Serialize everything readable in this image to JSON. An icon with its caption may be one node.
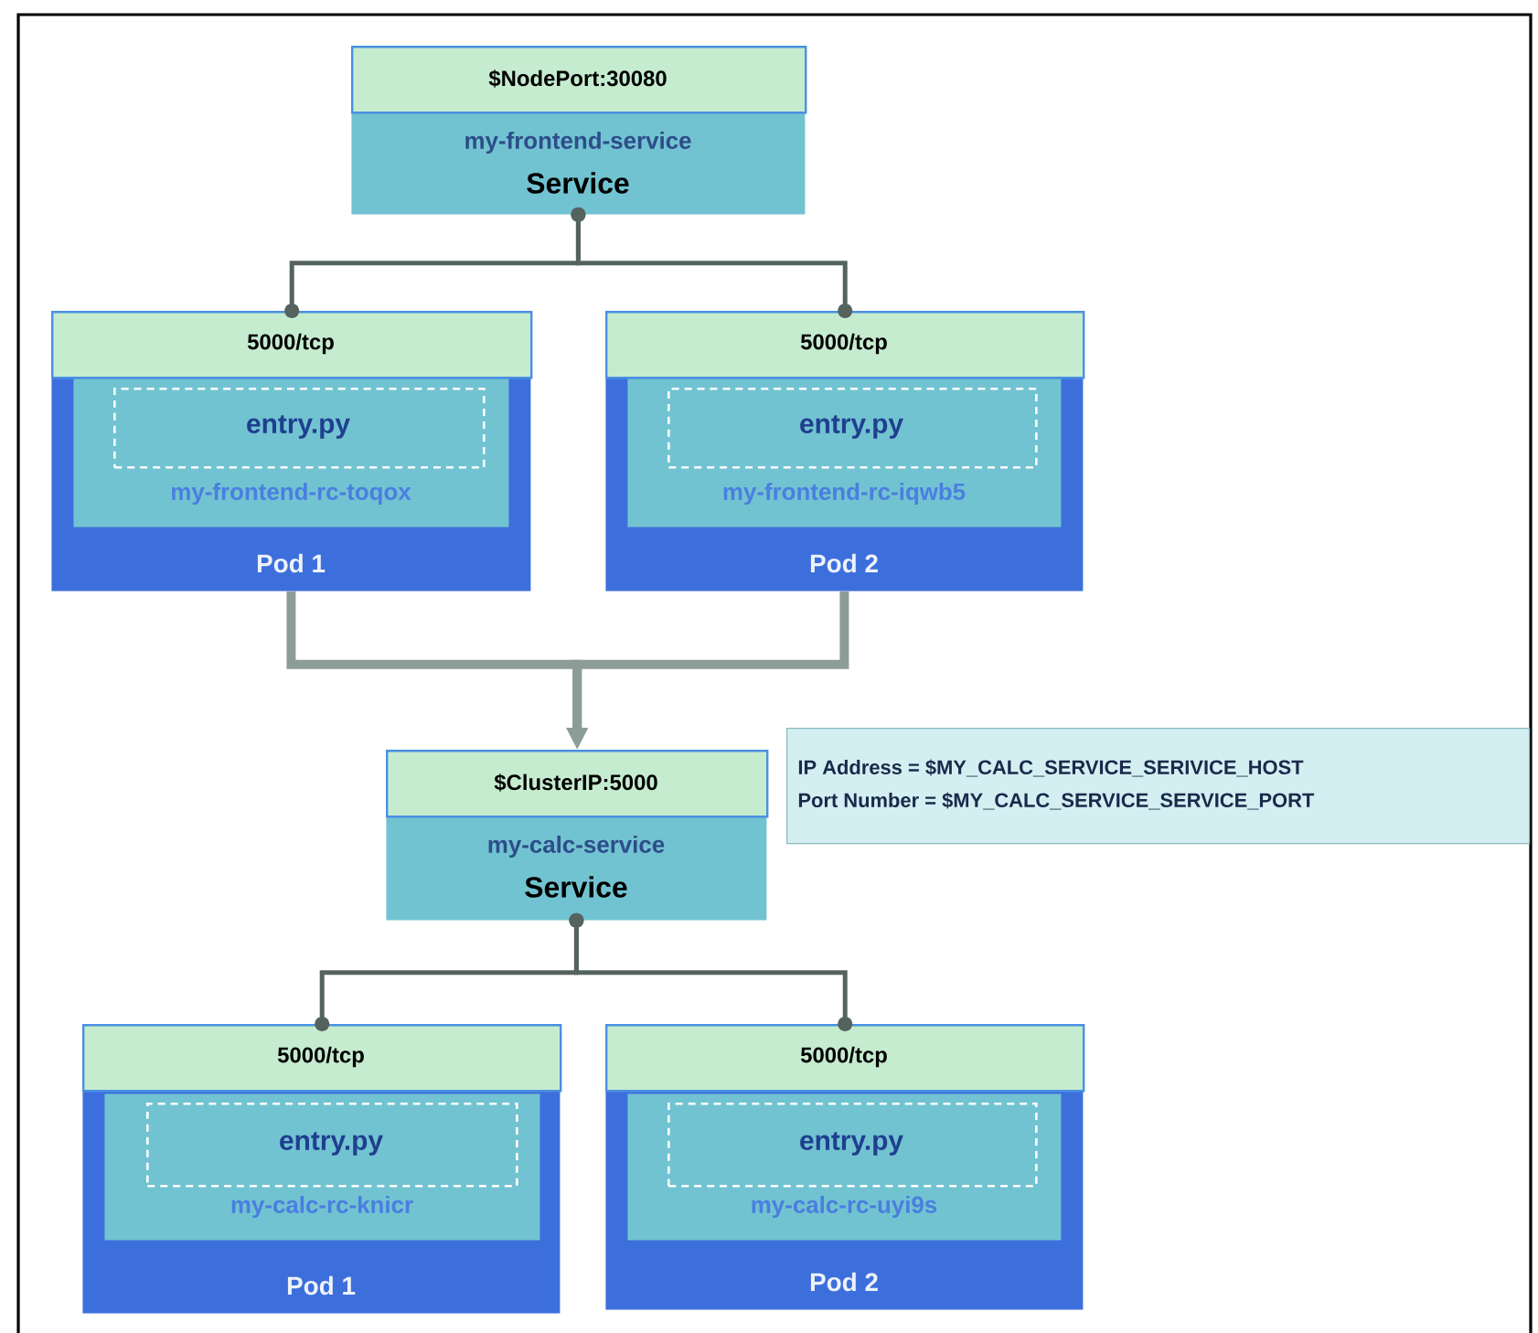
{
  "diagram": {
    "nodes": [
      {
        "text": [
          "my-frontend-service",
          "Service"
        ]
      },
      {
        "text": [
          "$NodePort:30080"
        ],
        "in": 0
      },
      {
        "text": [
          "Pod 1"
        ]
      },
      {
        "text": [
          "5000/tcp"
        ],
        "in": 2
      },
      {
        "text": [
          "my-frontend-rc-toqox"
        ],
        "in": 2
      },
      {
        "text": [
          "entry.py"
        ],
        "in": 4
      },
      {
        "text": [
          "Pod 2"
        ]
      },
      {
        "text": [
          "5000/tcp"
        ],
        "in": 6
      },
      {
        "text": [
          "my-frontend-rc-iqwb5"
        ],
        "in": 6
      },
      {
        "text": [
          "entry.py"
        ],
        "in": 8
      },
      {
        "text": [
          "my-calc-service",
          "Service"
        ]
      },
      {
        "text": [
          "$ClusterIP:5000"
        ],
        "in": 10
      },
      {
        "text": [
          "IP Address = $MY_CALC_SERVICE_SERIVICE_HOST",
          "Port Number = $MY_CALC_SERVICE_SERVICE_PORT"
        ]
      },
      {
        "text": [
          "Pod 1"
        ]
      },
      {
        "text": [
          "5000/tcp"
        ],
        "in": 13
      },
      {
        "text": [
          "my-calc-rc-knicr"
        ],
        "in": 13
      },
      {
        "text": [
          "entry.py"
        ],
        "in": 15
      },
      {
        "text": [
          "Pod 2"
        ]
      },
      {
        "text": [
          "5000/tcp"
        ],
        "in": 17
      },
      {
        "text": [
          "my-calc-rc-uyi9s"
        ],
        "in": 17
      },
      {
        "text": [
          "entry.py"
        ],
        "in": 19
      }
    ],
    "edges": [
      {
        "from": 0,
        "to": 3,
        "arrow": "other"
      },
      {
        "from": 0,
        "to": 7,
        "arrow": "other"
      },
      {
        "from": 2,
        "to": 11,
        "arrow": "to",
        "style": "thick",
        "color": "#8c9c99"
      },
      {
        "from": 6,
        "to": 11,
        "arrow": "to",
        "style": "thick",
        "color": "#8c9c99"
      },
      {
        "from": 10,
        "to": 14,
        "arrow": "other"
      },
      {
        "from": 10,
        "to": 18,
        "arrow": "other"
      }
    ]
  }
}
